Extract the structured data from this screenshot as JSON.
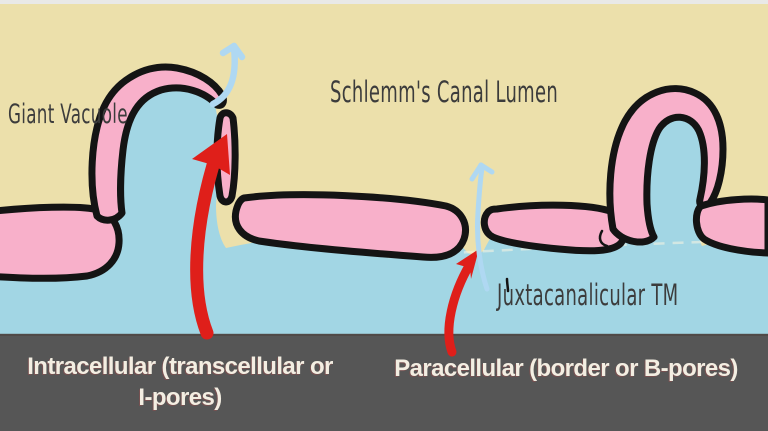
{
  "diagram": {
    "title_context": "Aqueous humor outflow pathways across Schlemm's canal inner wall endothelium",
    "labels": {
      "giant_vacuole": "Giant Vacuole",
      "canal_lumen": "Schlemm's Canal Lumen",
      "jct": "Juxtacanalicular TM",
      "intracellular_line1": "Intracellular (transcellular or",
      "intracellular_line2": "I-pores)",
      "paracellular": "Paracellular (border or B-pores)"
    },
    "icons": {
      "intracellular_pointer": "red-curved-arrow",
      "paracellular_pointer": "red-curved-arrow",
      "outflow_arrow_main": "light-blue-flow-up-arrow",
      "outflow_arrow_gap": "light-blue-flow-up-arrow"
    },
    "colors": {
      "canal_lumen_bg": "#ece0ab",
      "jct_bg": "#a2d6e4",
      "cell_fill": "#f8b0ca",
      "cell_outline": "#141414",
      "pointer_arrow": "#df1f1a",
      "flow_arrow": "#afd8f2",
      "caption_band": "#565656",
      "caption_text": "#f3eee2",
      "drawing_label_text": "#3c3c3c",
      "top_strip": "#e9e9e7"
    }
  }
}
